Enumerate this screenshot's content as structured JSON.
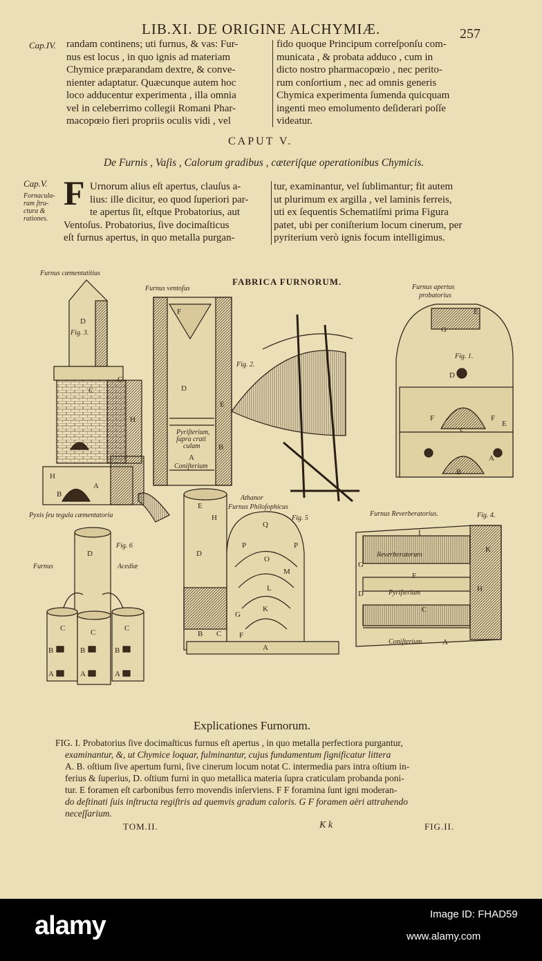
{
  "header": {
    "title": "LIB.XI. DE ORIGINE ALCHYMIÆ.",
    "page_number": "257"
  },
  "top_block": {
    "marginal": "Cap.IV.",
    "left_lines": [
      "randam continens; uti furnus, & vas: Fur-",
      "nus est locus , in quo ignis ad materiam",
      "Chymice præparandam dextre, & conve-",
      "nienter adaptatur. Quæcunque autem hoc",
      "loco adducentur experimenta , illa omnia",
      "vel in celeberrimo collegii Romani Phar-",
      "macopœio fieri propriis oculis vidi , vel"
    ],
    "right_lines": [
      "fido quoque Principum correſponſu com-",
      "municata , & probata adduco , cum in",
      "dicto nostro pharmacopœio , nec perito-",
      "rum conſortium , nec ad omnis generis",
      "Chymica experimenta ſumenda quicquam",
      "ingenti meo emolumento deſiderari poſſe",
      "videatur."
    ]
  },
  "caput": {
    "title": "CAPUT V.",
    "subtitle": "De Furnis , Vaſis , Calorum gradibus , cæteriſque operationibus Chymicis."
  },
  "second_block": {
    "marginal_cap": "Cap.V.",
    "marginal_note": [
      "Fornacula-",
      "rum ſtru-",
      "ctura &",
      "rationes."
    ],
    "drop_cap": "F",
    "left_lines": [
      "Urnorum alius eſt apertus, clauſus a-",
      "lius: ille dicitur, eo quod ſuperiori par-",
      "te apertus ſit, eſtque Probatorius, aut",
      "Ventoſus. Probatorius, ſive docimaſticus",
      "eſt furnus apertus, in quo metalla purgan-"
    ],
    "right_lines": [
      "tur, examinantur, vel ſublimantur; fit autem",
      "ut plurimum ex argilla , vel laminis ferreis,",
      "uti ex ſequentis Schematiſmi prima Figura",
      "patet, ubi per coniſterium locum cinerum, per",
      "pyriterium verò ignis focum intelligimus."
    ]
  },
  "plate": {
    "title": "FABRICA FURNORUM.",
    "labels": {
      "cement": "Furnus cæmentatitius",
      "ventosus": "Furnus ventoſus",
      "apertus1": "Furnus apertus",
      "apertus2": "probatorius",
      "pyxis": "Pyxis ſeu tegula cæmentatoria",
      "athanor1": "Athanor",
      "athanor2": "Furnus Philoſophicus",
      "reverb": "Furnus Reverberatorius.",
      "acediae1": "Furnus",
      "acediae2": "Acediæ",
      "pyr1": "Pyriſterium,",
      "pyr2": "ſupra crati",
      "pyr3": "culam",
      "conist": "Coniſterium",
      "reverb_inner": "Reverberatorum",
      "pyr_inner": "Pyriſterium",
      "conist2": "Coniſterium"
    },
    "figs": {
      "f1": "Fig. 1.",
      "f2": "Fig. 2.",
      "f3": "Fig. 3.",
      "f4": "Fig. 4.",
      "f5": "Fig. 5",
      "f6": "Fig. 6"
    }
  },
  "explanations": {
    "title": "Explicationes Furnorum.",
    "lines": [
      "FIG. I.  Probatorius ſive docimaſticus furnus eſt apertus , in quo metalla perfectiora purgantur,",
      "examinantur, &, ut Chymice loquar, fulminantur, cujus fundamentum ſignificatur littera",
      "A. B. oſtium ſive apertum furni, ſive cinerum locum notat C. intermedia pars intra oſtium in-",
      "ferius & ſuperius, D. oſtium furni in quo metallica materia ſupra craticulam probanda poni-",
      "tur. E foramen eſt carbonibus ferro movendis inſerviens. F F foramina ſunt igni moderan-",
      "do deſtinati ſuis inſtructa regiſtris ad quemvis gradum caloris. G F foramen aëri attrahendo",
      "neceſſarium."
    ]
  },
  "footer": {
    "left": "TOM.II.",
    "mid": "K k",
    "right": "FIG.II."
  },
  "banner": {
    "logo": "alamy",
    "ref": "Image ID: FHAD59",
    "url": "www.alamy.com"
  }
}
